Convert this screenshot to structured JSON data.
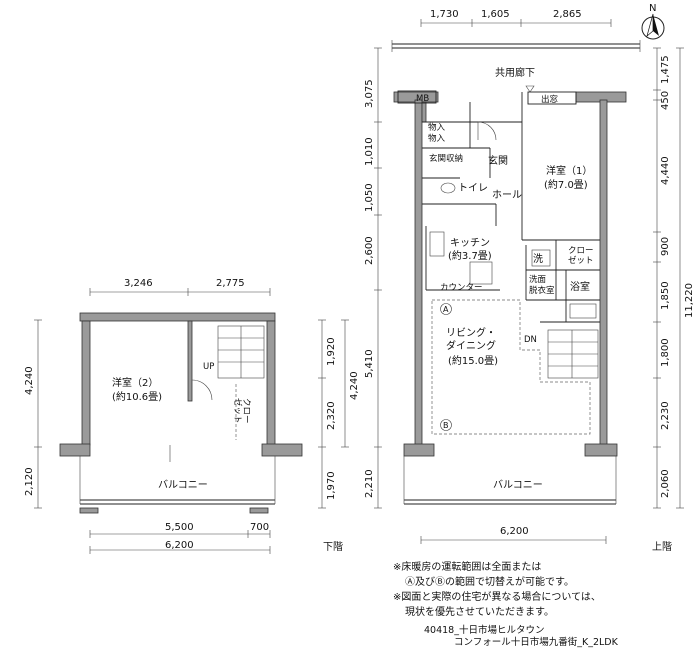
{
  "compass": {
    "north_label": "N"
  },
  "upper_floor": {
    "top_dims": [
      "1,730",
      "1,605",
      "2,865"
    ],
    "corridor_label": "共用廊下",
    "left_dims": [
      "3,075",
      "1,010",
      "1,050",
      "2,600",
      "5,410",
      "2,210"
    ],
    "right_dims": [
      "1,475",
      "450",
      "4,440",
      "900",
      "1,850",
      "1,800",
      "2,230",
      "2,060"
    ],
    "total_right": "11,220",
    "bottom_dim": "6,200",
    "floor_label": "上階",
    "rooms": {
      "mb": "MB",
      "storage_top": "物入",
      "storage_top2": "物入",
      "entrance_storage": "玄関収納",
      "entrance": "玄関",
      "toilet": "トイレ",
      "hall": "ホール",
      "western1": "洋室（1）",
      "western1_size": "(約7.0畳)",
      "kitchen": "キッチン",
      "kitchen_size": "(約3.7畳)",
      "wash": "洗",
      "closet": "クロー",
      "closet2": "ゼット",
      "washroom": "洗面",
      "washroom2": "脱衣室",
      "bath": "浴室",
      "counter": "カウンター",
      "living": "リビング・",
      "living2": "ダイニング",
      "living_size": "(約15.0畳)",
      "dn": "DN",
      "window_label": "出窓",
      "mark_a": "A",
      "mark_b": "B",
      "balcony": "バルコニー"
    }
  },
  "lower_floor": {
    "top_dims": [
      "3,246",
      "2,775"
    ],
    "left_dims": [
      "4,240",
      "2,120"
    ],
    "right_dims": [
      "1,920",
      "2,320",
      "1,970"
    ],
    "right_total": "4,240",
    "bottom_dims": [
      "5,500",
      "700"
    ],
    "bottom_total": "6,200",
    "floor_label": "下階",
    "rooms": {
      "western2": "洋室（2）",
      "western2_size": "(約10.6畳)",
      "up": "UP",
      "closet": "クロー",
      "closet2": "ゼット",
      "balcony": "バルコニー"
    }
  },
  "notes": [
    "※床暖房の運転範囲は全面または",
    "Ⓐ及びⒷの範囲で切替えが可能です。",
    "※図面と実際の住宅が異なる場合については、",
    "現状を優先させていただきます。"
  ],
  "footer": {
    "line1": "40418_十日市場ヒルタウン",
    "line2": "コンフォール十日市場九番街_K_2LDK"
  }
}
